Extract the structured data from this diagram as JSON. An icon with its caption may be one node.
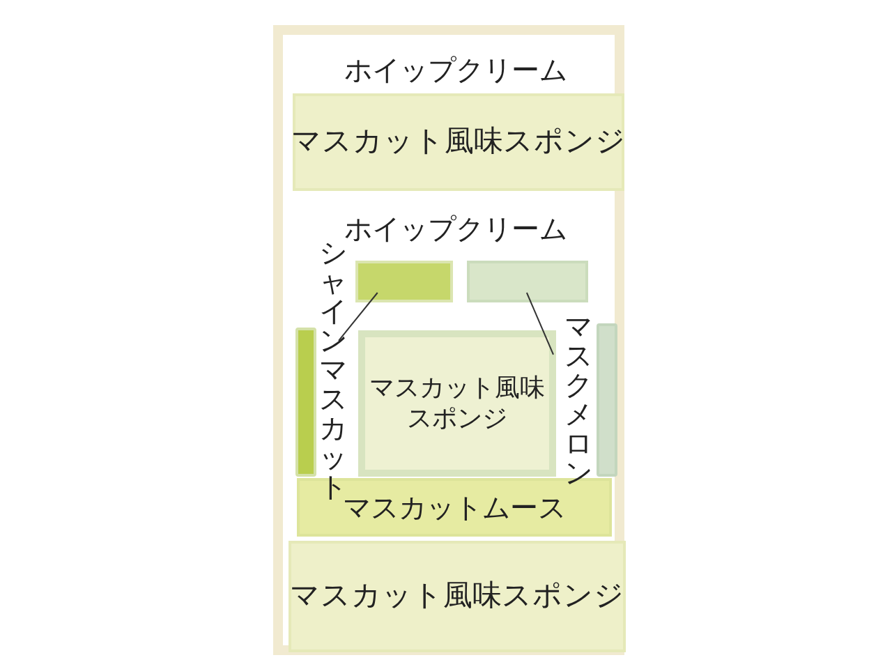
{
  "diagram": {
    "nodes": [
      {
        "text": [],
        "shape": "box"
      },
      {
        "text": [
          "ホイップクリーム"
        ],
        "in": 0
      },
      {
        "text": [
          "マスカット風味スポンジ"
        ],
        "in": 0
      },
      {
        "text": [
          "ホイップクリーム"
        ],
        "in": 0
      },
      {
        "text": [
          "シャインマスカット"
        ],
        "in": 0
      },
      {
        "text": [],
        "shape": "box",
        "in": 0
      },
      {
        "text": [],
        "shape": "box",
        "in": 0
      },
      {
        "text": [],
        "shape": "bar",
        "in": 0
      },
      {
        "text": [
          "マスカット風味スポンジ"
        ],
        "in": 0
      },
      {
        "text": [
          "マスクメロン"
        ],
        "in": 0
      },
      {
        "text": [],
        "shape": "bar",
        "in": 0
      },
      {
        "text": [
          "マスカットムース"
        ],
        "in": 0
      },
      {
        "text": [
          "マスカット風味スポンジ"
        ],
        "in": 0
      }
    ],
    "edges": [
      {
        "from": 4,
        "to": 5,
        "arrow": "none"
      },
      {
        "from": 9,
        "to": 6,
        "arrow": "none"
      }
    ]
  }
}
